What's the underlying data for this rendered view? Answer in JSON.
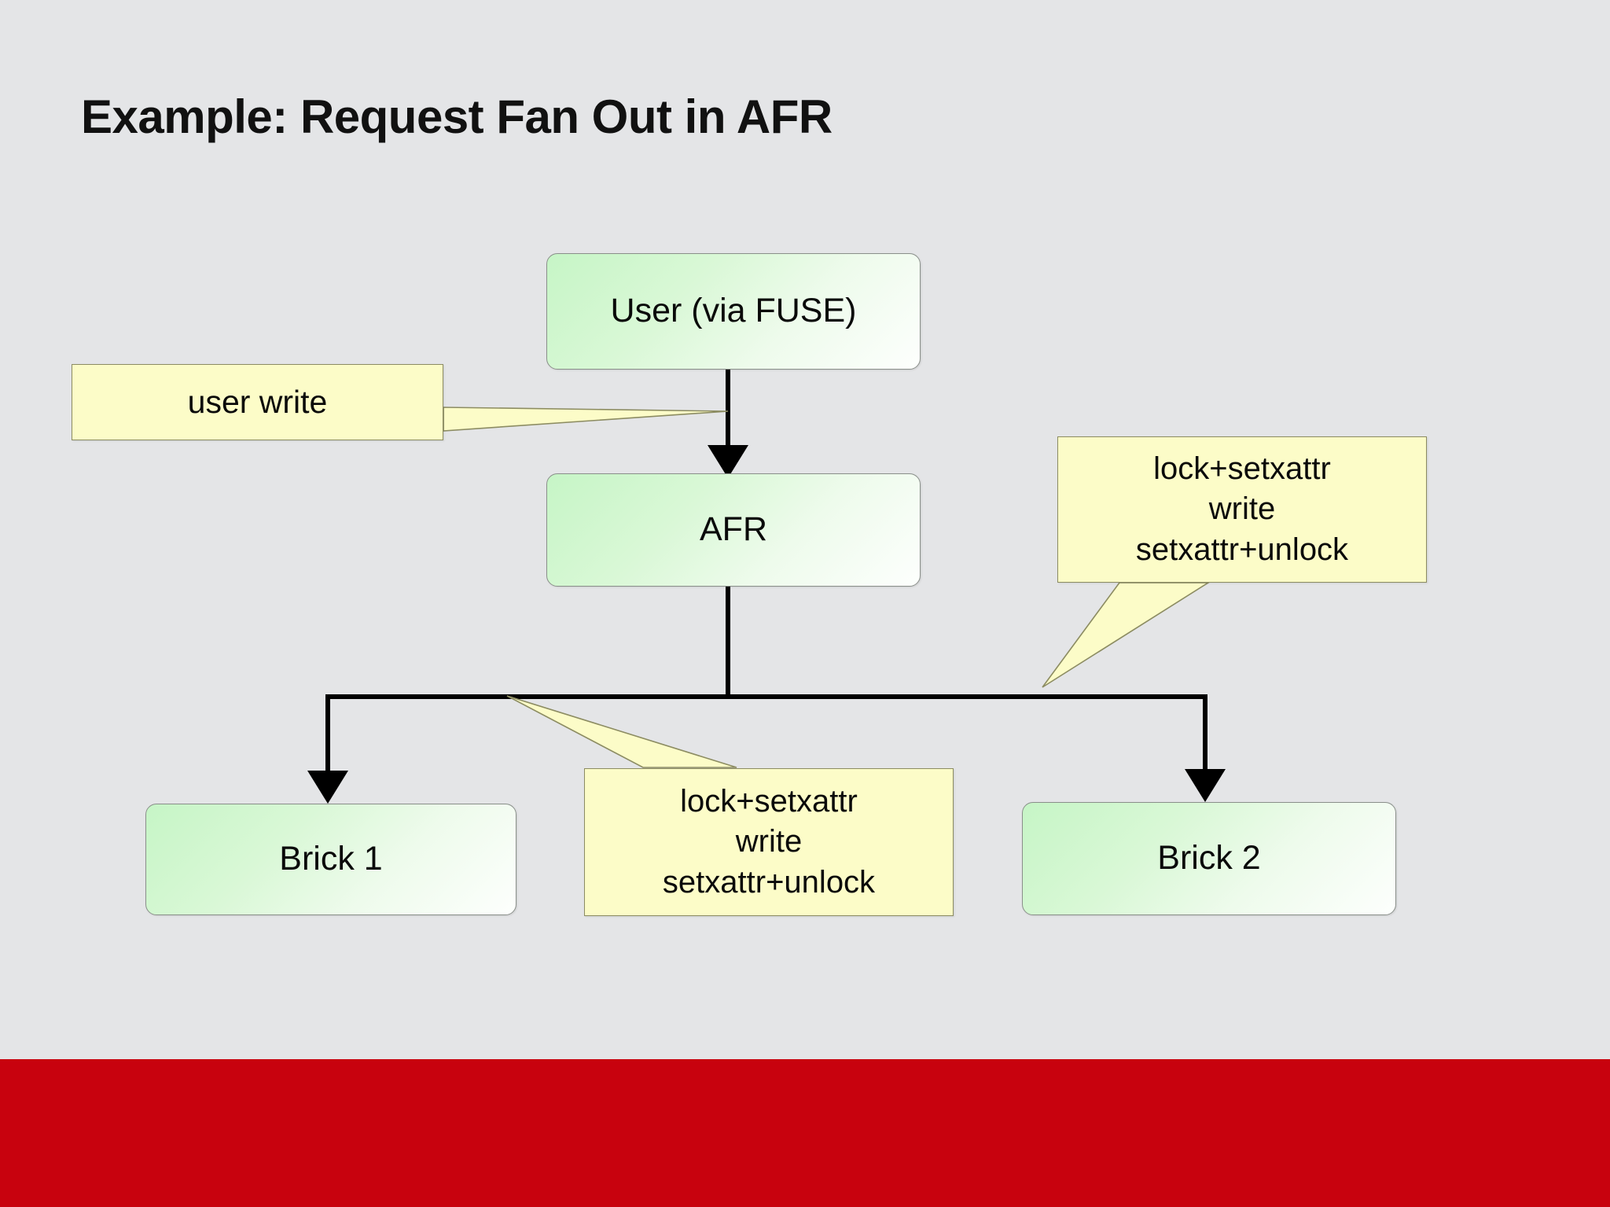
{
  "slide": {
    "title": "Example: Request Fan Out in AFR",
    "background_color": "#e4e5e7",
    "footer_band_color": "#c8020e"
  },
  "diagram": {
    "type": "flowchart",
    "node_fill_start": "#c6f5c6",
    "node_fill_end": "#fdfffd",
    "node_border_color": "#8a8f8a",
    "callout_fill": "#fcfcc8",
    "callout_border_color": "#8c8c62",
    "connector_color": "#000000",
    "nodes": [
      {
        "id": "user",
        "label": "User (via FUSE)"
      },
      {
        "id": "afr",
        "label": "AFR"
      },
      {
        "id": "brick1",
        "label": "Brick 1"
      },
      {
        "id": "brick2",
        "label": "Brick 2"
      }
    ],
    "edges": [
      {
        "from": "user",
        "to": "afr",
        "style": "arrow"
      },
      {
        "from": "afr",
        "to": "brick1",
        "style": "arrow"
      },
      {
        "from": "afr",
        "to": "brick2",
        "style": "arrow"
      }
    ],
    "callouts": [
      {
        "id": "user-write",
        "text": "user write",
        "points_to": "edge user->afr"
      },
      {
        "id": "right-ops",
        "text": "lock+setxattr\nwrite\nsetxattr+unlock",
        "points_to": "edge afr->brick2"
      },
      {
        "id": "bottom-ops",
        "text": "lock+setxattr\nwrite\nsetxattr+unlock",
        "points_to": "edge afr->brick1"
      }
    ]
  }
}
